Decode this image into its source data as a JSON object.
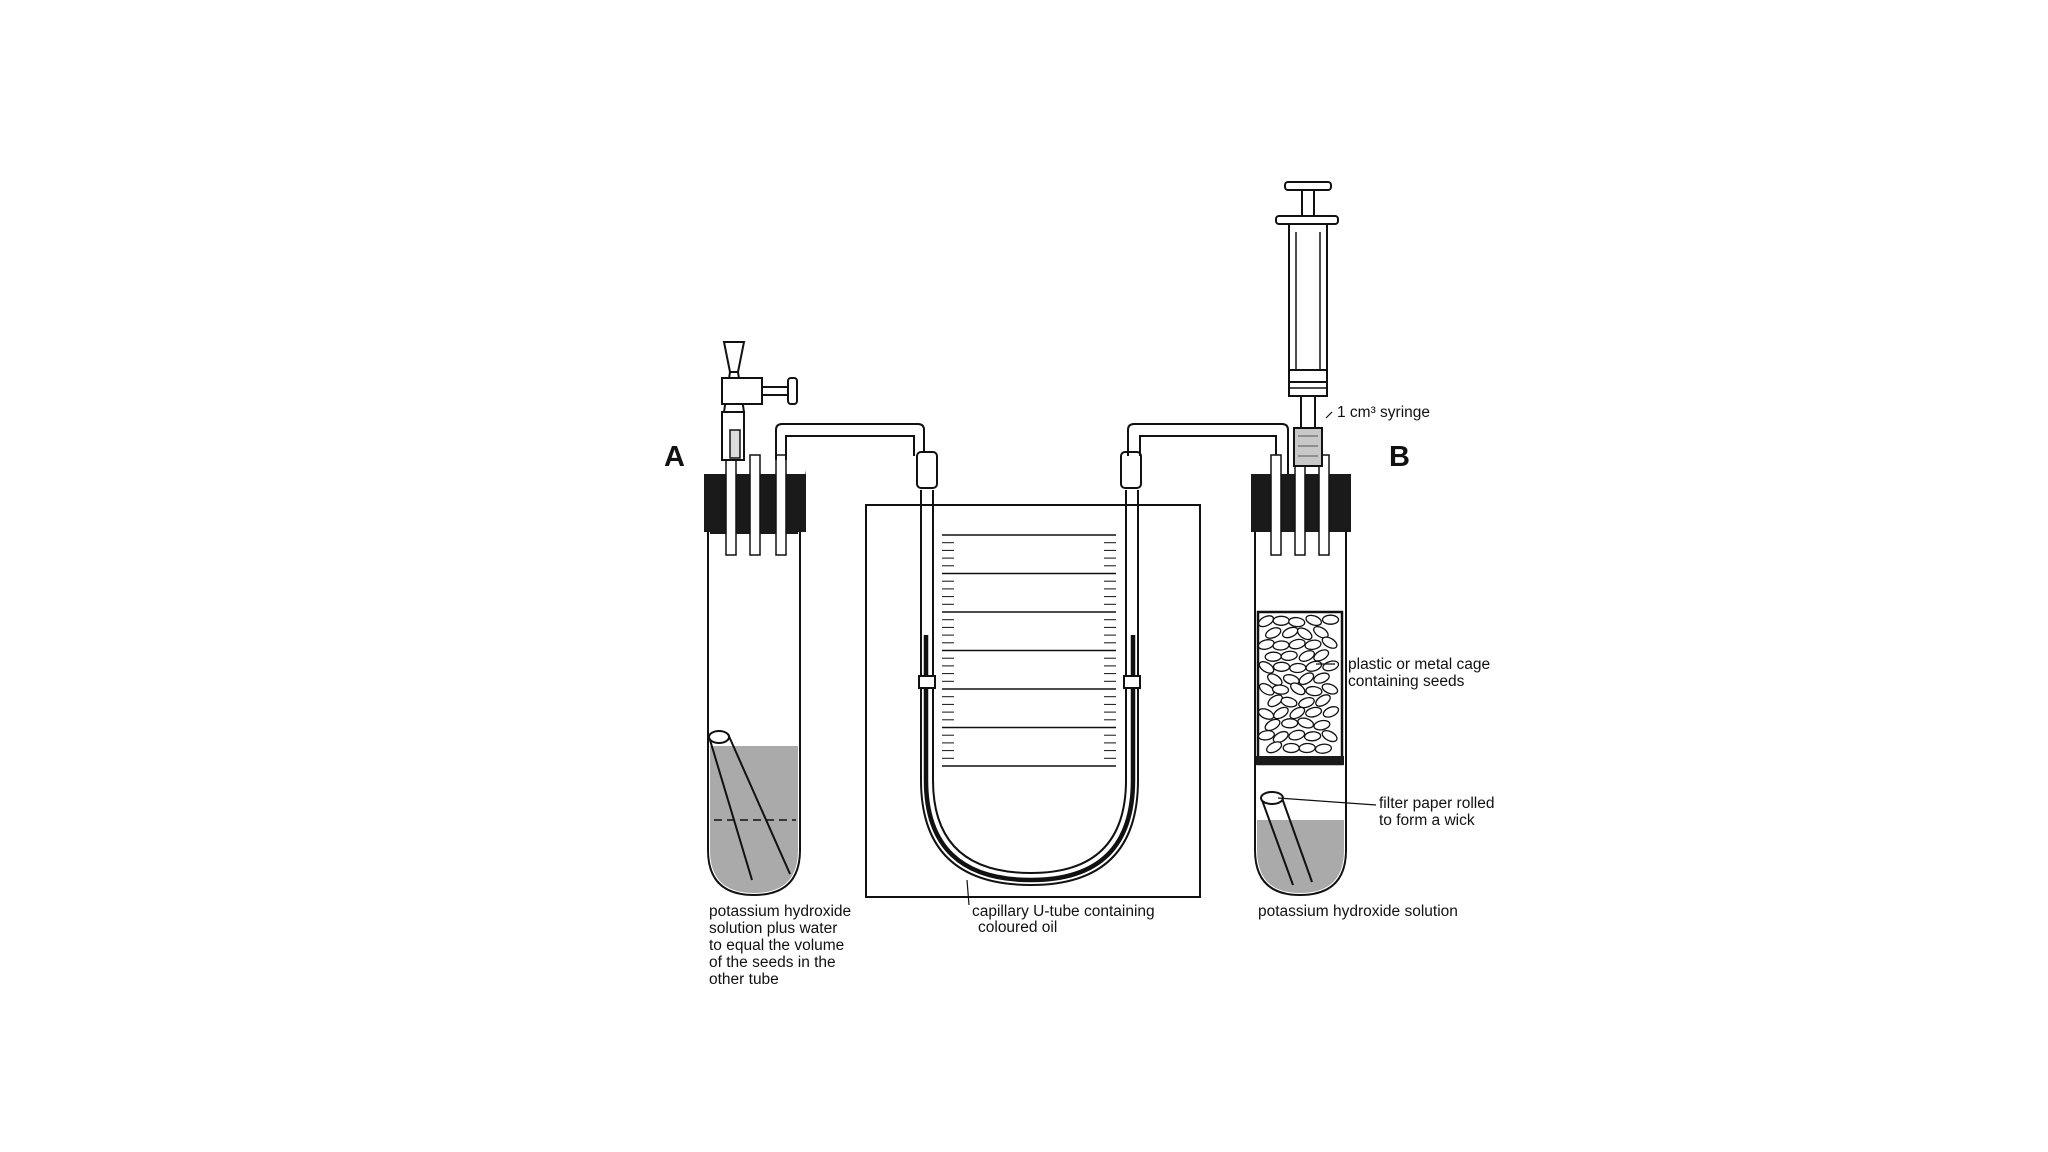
{
  "labels": {
    "tube_a": "A",
    "tube_b": "B",
    "syringe": "1 cm³ syringe",
    "cage": [
      "plastic or metal cage",
      "containing seeds"
    ],
    "wick": [
      "filter paper rolled",
      "to form a wick"
    ],
    "koh_b": "potassium hydroxide solution",
    "utube": [
      "capillary U-tube containing",
      "coloured oil"
    ],
    "koh_a": [
      "potassium hydroxide",
      "solution plus water",
      "to equal the volume",
      "of the seeds in the",
      "other tube"
    ]
  },
  "colors": {
    "ink": "#111111",
    "liquid": "#aaaaaa",
    "bung": "#1a1a1a",
    "seed_fill": "#ffffff"
  }
}
